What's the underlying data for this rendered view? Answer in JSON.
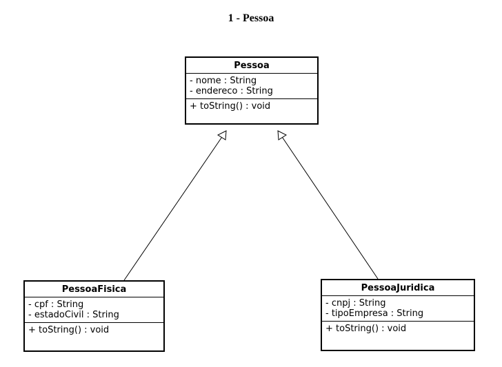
{
  "page": {
    "title": "1 - Pessoa"
  },
  "classes": [
    {
      "name": "Pessoa",
      "attributes": [
        "- nome : String",
        "- endereco : String"
      ],
      "methods": [
        "+ toString() : void"
      ]
    },
    {
      "name": "PessoaFisica",
      "attributes": [
        "- cpf : String",
        "- estadoCivil : String"
      ],
      "methods": [
        "+ toString() : void"
      ]
    },
    {
      "name": "PessoaJuridica",
      "attributes": [
        "- cnpj : String",
        "- tipoEmpresa : String"
      ],
      "methods": [
        "+ toString() : void"
      ]
    }
  ],
  "relations": [
    {
      "type": "generalization",
      "from": "PessoaFisica",
      "to": "Pessoa"
    },
    {
      "type": "generalization",
      "from": "PessoaJuridica",
      "to": "Pessoa"
    }
  ],
  "colors": {
    "line": "#000000",
    "background": "#ffffff",
    "arrowhead_fill": "#ffffff"
  }
}
